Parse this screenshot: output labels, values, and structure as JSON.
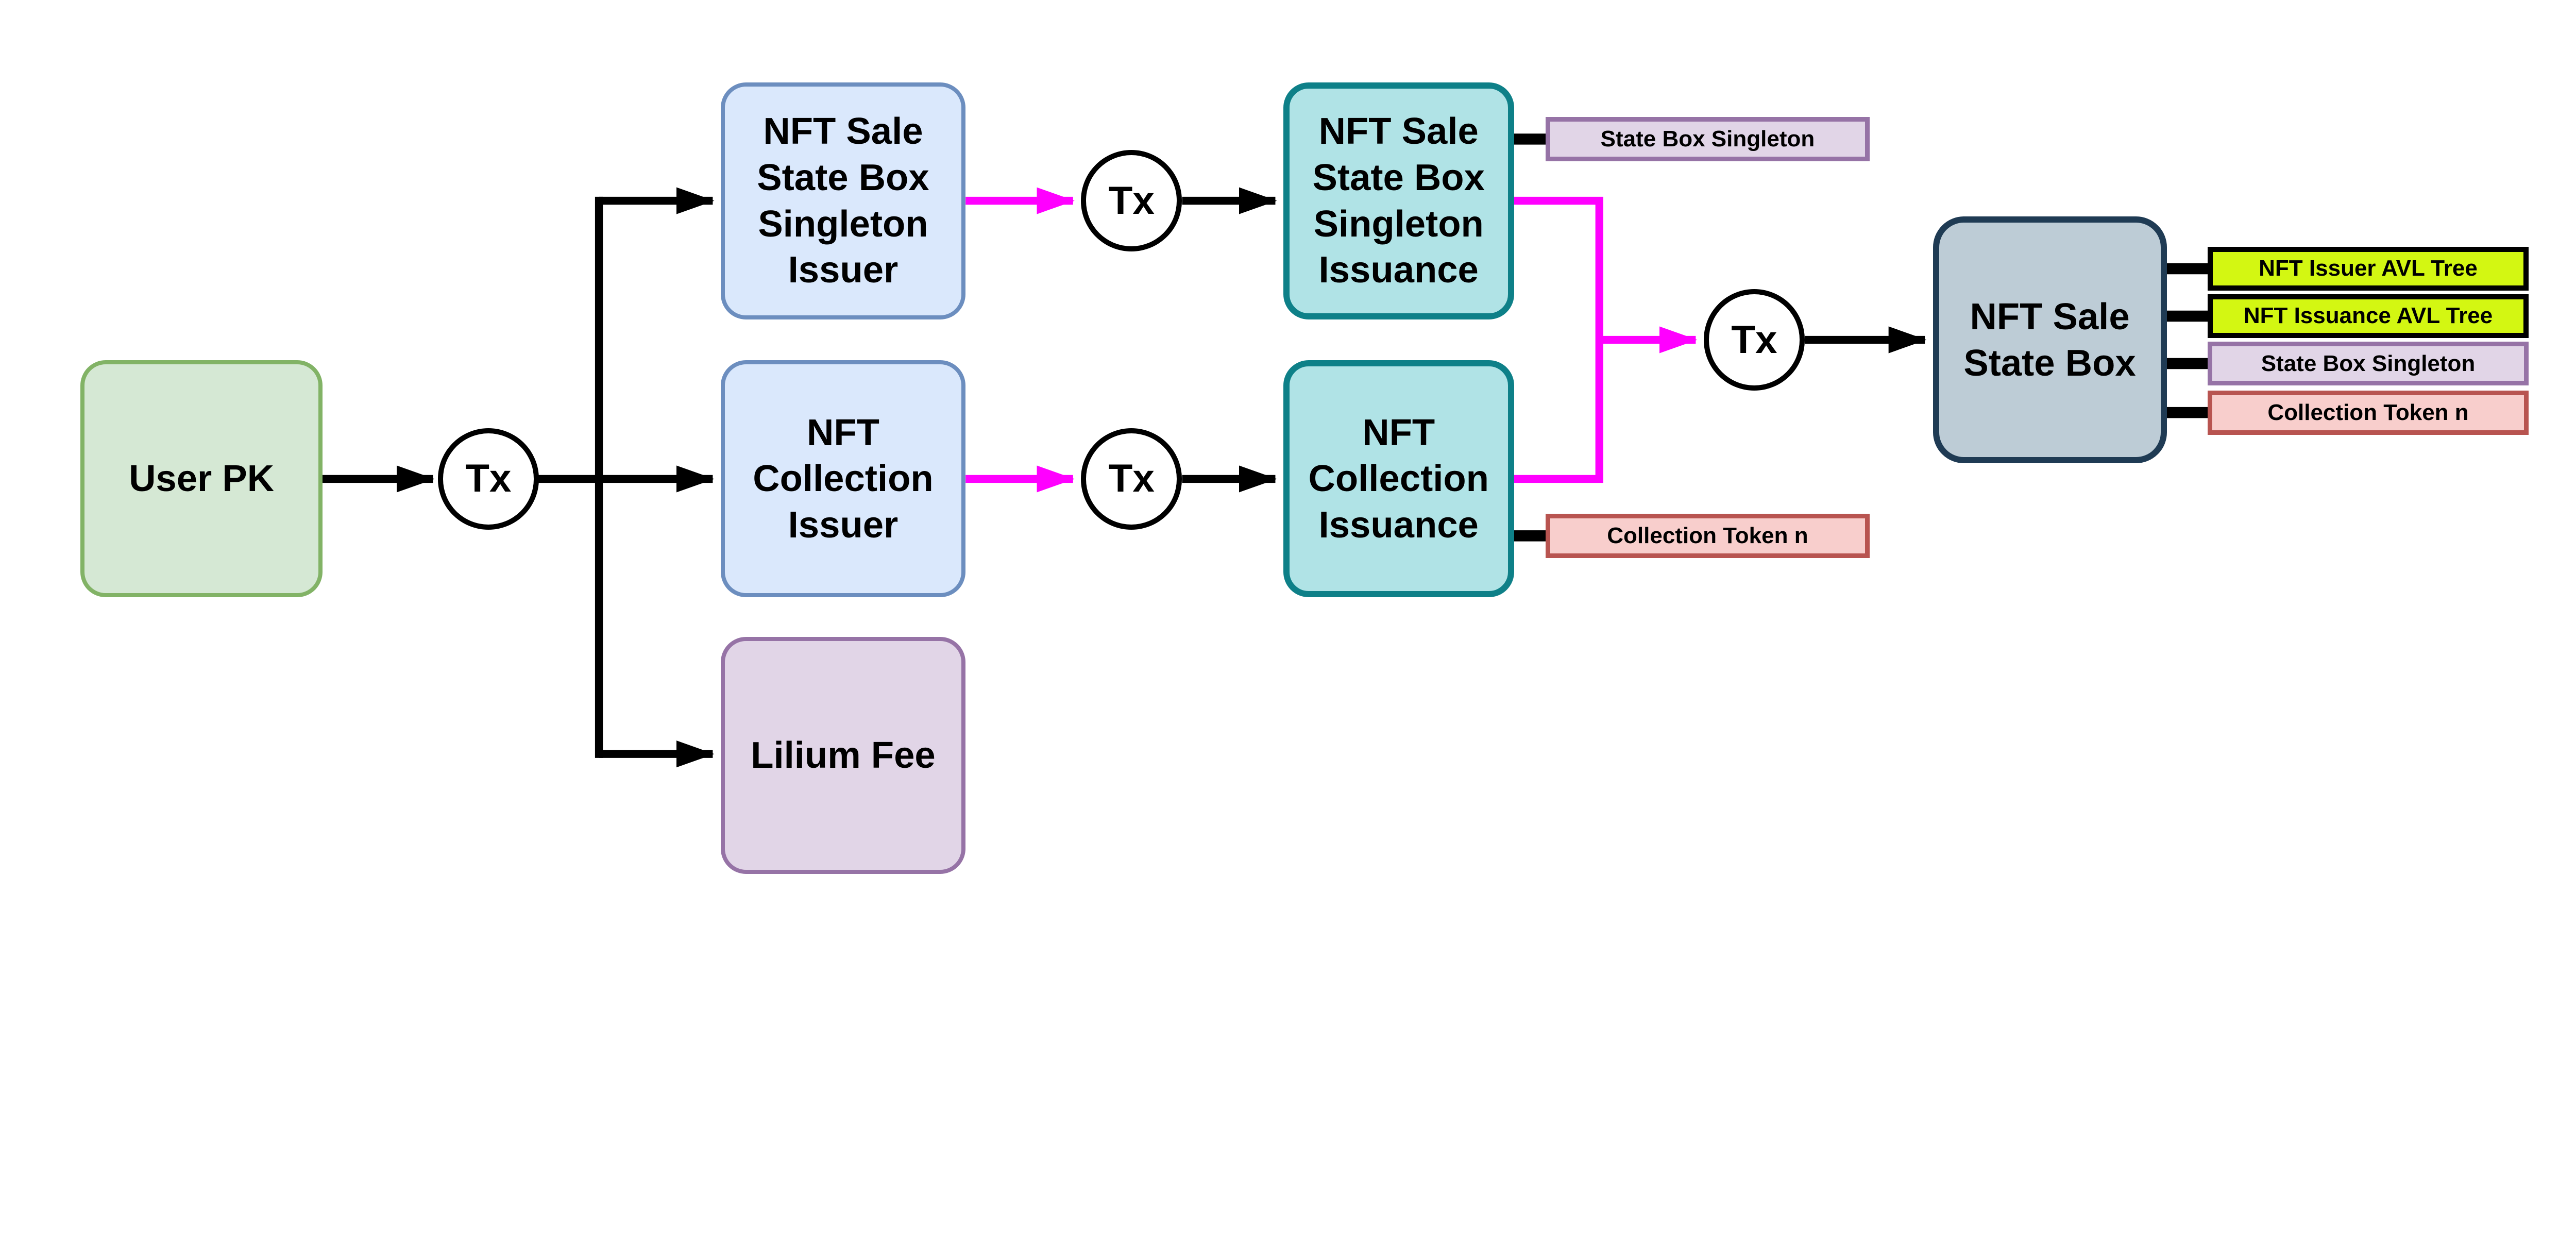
{
  "diagram": {
    "type": "flow-diagram",
    "background": "#ffffff"
  },
  "colors": {
    "magenta": "#ff00ff",
    "line_black": "#000000",
    "user_pk_fill": "#d5e8d4",
    "user_pk_stroke": "#82b366",
    "issuer_fill": "#dae8fc",
    "issuer_stroke": "#6c8ebf",
    "issuance_fill": "#b0e3e6",
    "issuance_stroke": "#0e8088",
    "lilium_fill": "#e1d5e7",
    "lilium_stroke": "#9673a6",
    "state_box_fill": "#bdccd6",
    "state_box_stroke": "#1f3b54",
    "lime_fill": "#d3f712",
    "lime_stroke": "#000000",
    "lavender_fill": "#e1d5e7",
    "lavender_stroke": "#9673a6",
    "pink_fill": "#f8cecc",
    "pink_stroke": "#b85450"
  },
  "tx": {
    "label": "Tx"
  },
  "nodes": {
    "user_pk": {
      "label": "User PK"
    },
    "nft_sale_state_box_singleton_issuer": {
      "label": "NFT Sale\nState Box\nSingleton\nIssuer"
    },
    "nft_collection_issuer": {
      "label": "NFT\nCollection\nIssuer"
    },
    "lilium_fee": {
      "label": "Lilium Fee"
    },
    "nft_sale_state_box_singleton_issuance": {
      "label": "NFT Sale\nState Box\nSingleton\nIssuance"
    },
    "nft_collection_issuance": {
      "label": "NFT\nCollection\nIssuance"
    },
    "nft_sale_state_box": {
      "label": "NFT Sale\nState Box"
    }
  },
  "tags": {
    "state_box_singleton_top": "State Box Singleton",
    "collection_token_mid": "Collection Token n",
    "nft_issuer_avl_tree": "NFT Issuer AVL Tree",
    "nft_issuance_avl_tree": "NFT Issuance AVL Tree",
    "state_box_singleton_right": "State Box Singleton",
    "collection_token_right": "Collection Token n"
  }
}
